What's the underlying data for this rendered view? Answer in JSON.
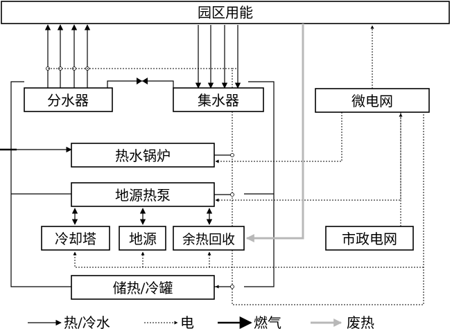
{
  "top_bar": {
    "label": "园区用能"
  },
  "blocks": {
    "fen_shui_qi": "分水器",
    "ji_shui_qi": "集水器",
    "wei_dian_wang": "微电网",
    "re_shui_guo_lu": "热水锅炉",
    "di_yuan_re_beng": "地源热泵",
    "leng_que_ta": "冷却塔",
    "di_yuan": "地源",
    "yu_re_hui_shou": "余热回收",
    "shi_zheng_dian_wang": "市政电网",
    "chu_re_leng_guan": "储热/冷罐"
  },
  "legend": {
    "hot_cold_water": "热/冷水",
    "electricity": "电",
    "gas": "燃气",
    "waste_heat": "废热"
  }
}
